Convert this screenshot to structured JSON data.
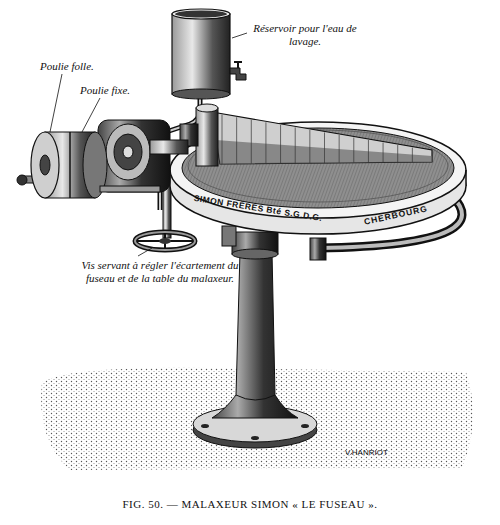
{
  "diagram": {
    "caption": "FIG. 50. — MALAXEUR SIMON « LE FUSEAU ».",
    "labels": [
      "Poulie folle.",
      "Poulie fixe.",
      "Réservoir pour l'eau de lavage.",
      "Vis servant à régler l'écartement du fuseau et de la table du malaxeur.",
      "SIMON FRÈRES Bté S.G.D.G.",
      "CHERBOURG",
      "V.HANRIOT"
    ]
  }
}
